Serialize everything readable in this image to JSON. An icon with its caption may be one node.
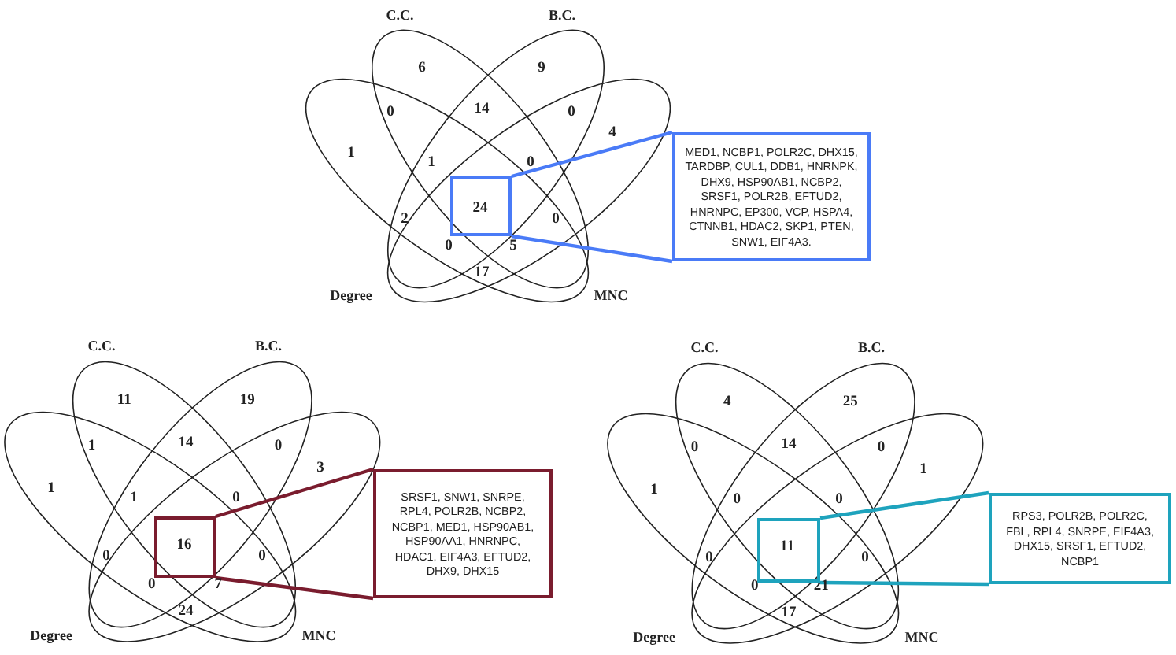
{
  "diagram": {
    "nodes": [
      {
        "text": [],
        "shape": "box"
      },
      {
        "text": [
          "MED1, NCBP1, POLR2C, DHX15, TARDBP, CUL1, DDB1, HNRNPK, DHX9, HSP90AB1, NCBP2, SRSF1, POLR2B, EFTUD2, HNRNPC, EP300, VCP, HSPA4, CTNNB1, HDAC2, SKP1, PTEN, SNW1, EIF4A3."
        ]
      },
      {
        "text": [],
        "shape": "box"
      },
      {
        "text": [
          "SRSF1, SNW1, SNRPE, RPL4, POLR2B, NCBP2, NCBP1, MED1, HSP90AB1, HSP90AA1, HNRNPC, HDAC1, EIF4A3, EFTUD2, DHX9, DHX15"
        ]
      },
      {
        "text": [],
        "shape": "box"
      },
      {
        "text": [
          "RPS3, POLR2B, POLR2C, FBL, RPL4, SNRPE, EIF4A3, DHX15, SRSF1, EFTUD2, NCBP1"
        ]
      }
    ],
    "edges": [
      {
        "from": 0,
        "to": 1,
        "arrow": "none",
        "color": "#4a7bf7"
      },
      {
        "from": 0,
        "to": 1,
        "arrow": "none",
        "color": "#4a7bf7"
      },
      {
        "from": 2,
        "to": 3,
        "arrow": "none",
        "color": "#7a1c2e"
      },
      {
        "from": 2,
        "to": 3,
        "arrow": "none",
        "color": "#7a1c2e"
      },
      {
        "from": 4,
        "to": 5,
        "arrow": "none",
        "color": "#1ea3bd"
      },
      {
        "from": 4,
        "to": 5,
        "arrow": "none",
        "color": "#1ea3bd"
      }
    ],
    "labels": [
      "C.C.",
      "B.C.",
      "6",
      "9",
      "0",
      "14",
      "0",
      "1",
      "1",
      "0",
      "4",
      "2",
      "24",
      "0",
      "0",
      "5",
      "17",
      "Degree",
      "MNC",
      "C.C.",
      "B.C.",
      "11",
      "19",
      "1",
      "14",
      "0",
      "1",
      "1",
      "0",
      "3",
      "0",
      "16",
      "0",
      "0",
      "7",
      "24",
      "Degree",
      "MNC",
      "C.C.",
      "B.C.",
      "4",
      "25",
      "0",
      "14",
      "0",
      "1",
      "0",
      "0",
      "1",
      "0",
      "11",
      "0",
      "0",
      "21",
      "17",
      "Degree",
      "MNC"
    ]
  }
}
